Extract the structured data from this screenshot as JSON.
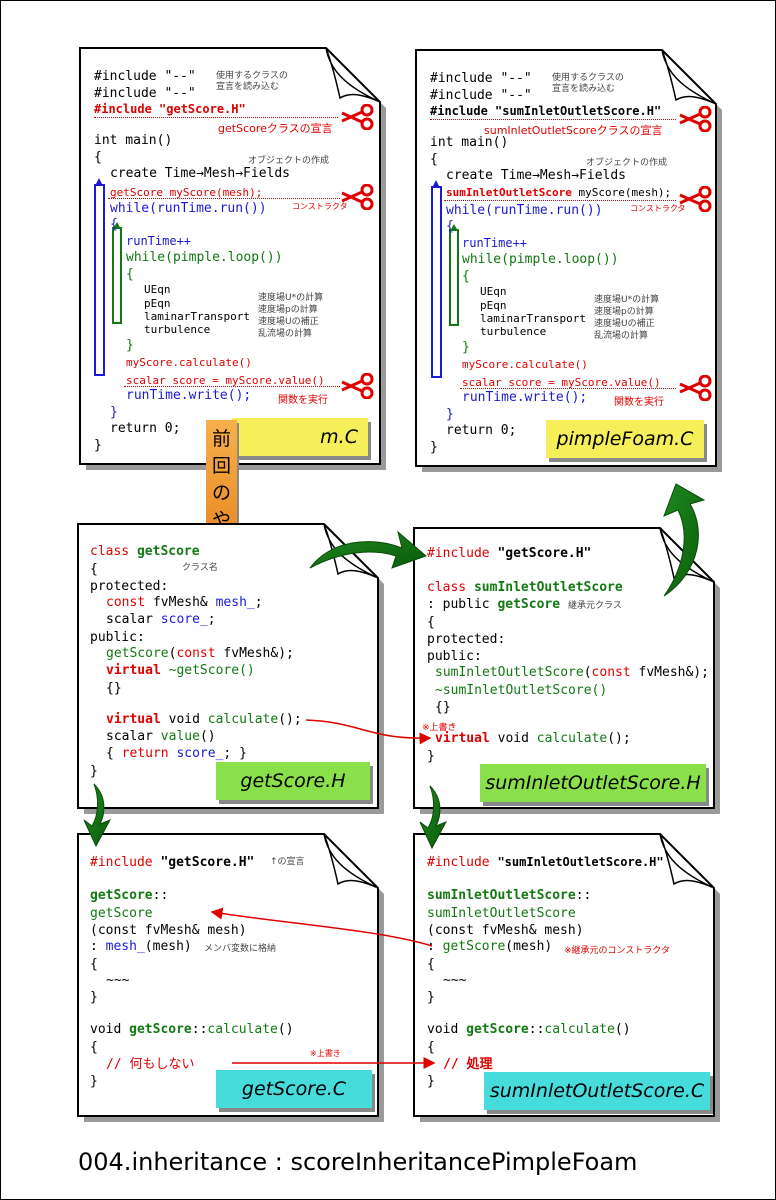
{
  "caption": "004.inheritance : scoreInheritancePimpleFoam",
  "docs": {
    "old": {
      "tag": "m.C",
      "tag_overlay": "前回のやつ",
      "lines": {
        "inc1": "#include \"--\"",
        "inc2": "#include \"--\"",
        "inc3": "#include \"getScore.H\"",
        "main": "int main()",
        "brace1": "{",
        "create": "create Time→Mesh→Fields",
        "ctor": "getScore myScore(mesh);",
        "while1": "while(runTime.run())",
        "brace2": "{",
        "rt": "runTime++",
        "while2": "while(pimple.loop())",
        "brace3": "{",
        "ueqn": "UEqn",
        "peqn": "pEqn",
        "lam": "laminarTransport",
        "turb": "turbulence",
        "brace3c": "}",
        "calc": "myScore.calculate()",
        "score": "scalar score = myScore.value()",
        "write": "runTime.write();",
        "brace2c": "}",
        "ret": "return 0;",
        "brace1c": "}"
      },
      "notes": {
        "inc": "使用するクラスの\n宣言を読み込む",
        "incdecl": "getScoreクラスの宣言",
        "obj": "オブジェクトの作成",
        "ctor": "コンストラクタ",
        "calc": "速度場U*の計算\n速度場pの計算\n速度場Uの補正\n乱流場の計算",
        "exec": "関数を実行"
      }
    },
    "pimple": {
      "tag": "pimpleFoam.C",
      "lines": {
        "inc1": "#include \"--\"",
        "inc2": "#include \"--\"",
        "inc3": "#include \"sumInletOutletScore.H\"",
        "main": "int main()",
        "brace1": "{",
        "create": "create Time→Mesh→Fields",
        "ctor_a": "sumInletOutletScore",
        "ctor_b": " myScore(mesh);",
        "while1": "while(runTime.run())",
        "brace2": "{",
        "rt": "runTime++",
        "while2": "while(pimple.loop())",
        "brace3": "{",
        "ueqn": "UEqn",
        "peqn": "pEqn",
        "lam": "laminarTransport",
        "turb": "turbulence",
        "brace3c": "}",
        "calc": "myScore.calculate()",
        "score": "scalar score = myScore.value()",
        "write": "runTime.write();",
        "brace2c": "}",
        "ret": "return 0;",
        "brace1c": "}"
      },
      "notes": {
        "inc": "使用するクラスの\n宣言を読み込む",
        "incdecl": "sumInletOutletScoreクラスの宣言",
        "obj": "オブジェクトの作成",
        "ctor": "コンストラクタ",
        "calc": "速度場U*の計算\n速度場pの計算\n速度場Uの補正\n乱流場の計算",
        "exec": "関数を実行"
      }
    },
    "getScoreH": {
      "tag": "getScore.H",
      "lines": {
        "cls_kw": "class ",
        "cls_name": "getScore",
        "brace1": "{",
        "prot": "protected:",
        "m1_a": "const ",
        "m1_b": "fvMesh& ",
        "m1_c": "mesh_",
        "m1_d": ";",
        "m2_a": "scalar ",
        "m2_b": "score_",
        "m2_c": ";",
        "pub": "public:",
        "c1_a": "getScore",
        "c1_b": "(",
        "c1_c": "const",
        "c1_d": " fvMesh&);",
        "d1_a": "virtual",
        "d1_b": " ~getScore()",
        "d1_c": "{}",
        "v1_a": "virtual",
        "v1_b": " void ",
        "v1_c": "calculate",
        "v1_d": "();",
        "s1_a": "scalar ",
        "s1_b": "value",
        "s1_c": "()",
        "r1_a": "{ ",
        "r1_b": "return ",
        "r1_c": "score_",
        "r1_d": "; }",
        "brace1c": "}"
      },
      "notes": {
        "cls": "クラス名"
      }
    },
    "sumH": {
      "tag": "sumInletOutletScore.H",
      "lines": {
        "inc_a": "#include ",
        "inc_b": "\"getScore.H\"",
        "cls_kw": "class ",
        "cls_name": "sumInletOutletScore",
        "base_a": ": public ",
        "base_b": "getScore",
        "brace1": "{",
        "prot": "protected:",
        "pub": "public:",
        "c1_a": "sumInletOutletScore",
        "c1_b": "(",
        "c1_c": "const",
        "c1_d": " fvMesh&);",
        "d1": "~sumInletOutletScore()",
        "d2": "{}",
        "v1_a": "virtual",
        "v1_b": " void ",
        "v1_c": "calculate",
        "v1_d": "();",
        "brace1c": "}"
      },
      "notes": {
        "base": "継承元クラス",
        "over": "※上書き"
      }
    },
    "getScoreC": {
      "tag": "getScore.C",
      "lines": {
        "inc_a": "#include ",
        "inc_b": "\"getScore.H\"",
        "q1_a": "getScore",
        "q1_b": "::",
        "q2": "getScore",
        "q3": "(const fvMesh& mesh)",
        "q4_a": ": ",
        "q4_b": "mesh_",
        "q4_c": "(mesh)",
        "brace1": "{",
        "dots": "~~~",
        "brace1c": "}",
        "f_a": "void ",
        "f_b": "getScore",
        "f_c": "::",
        "f_d": "calculate",
        "f_e": "()",
        "brace2": "{",
        "comment": "// 何もしない",
        "brace2c": "}"
      },
      "notes": {
        "inc": "↑の宣言",
        "member": "メンバ変数に格納",
        "over": "※上書き"
      }
    },
    "sumC": {
      "tag": "sumInletOutletScore.C",
      "lines": {
        "inc_a": "#include ",
        "inc_b": "\"sumInletOutletScore.H\"",
        "q1_a": "sumInletOutletScore",
        "q1_b": "::",
        "q2": "sumInletOutletScore",
        "q3": "(const fvMesh& mesh)",
        "q4_a": ": ",
        "q4_b": "getScore",
        "q4_c": "(mesh)",
        "brace1": "{",
        "dots": "~~~",
        "brace1c": "}",
        "f_a": "void ",
        "f_b": "getScore",
        "f_c": "::",
        "f_d": "calculate",
        "f_e": "()",
        "brace2": "{",
        "comment": "// 処理",
        "brace2c": "}"
      },
      "notes": {
        "ctor": "※継承元のコンストラクタ"
      }
    }
  },
  "colors": {
    "keyword_red": "#e00000",
    "class_green": "#127812",
    "member_blue": "#1a1ad6",
    "tag_yellow": "#f6ef5a",
    "tag_green": "#8ae04a",
    "tag_cyan": "#46dcdc",
    "tag_orange": "#f0a03a"
  },
  "icons": [
    "scissors-icon",
    "curved-arrow-icon",
    "red-arrow-icon"
  ]
}
